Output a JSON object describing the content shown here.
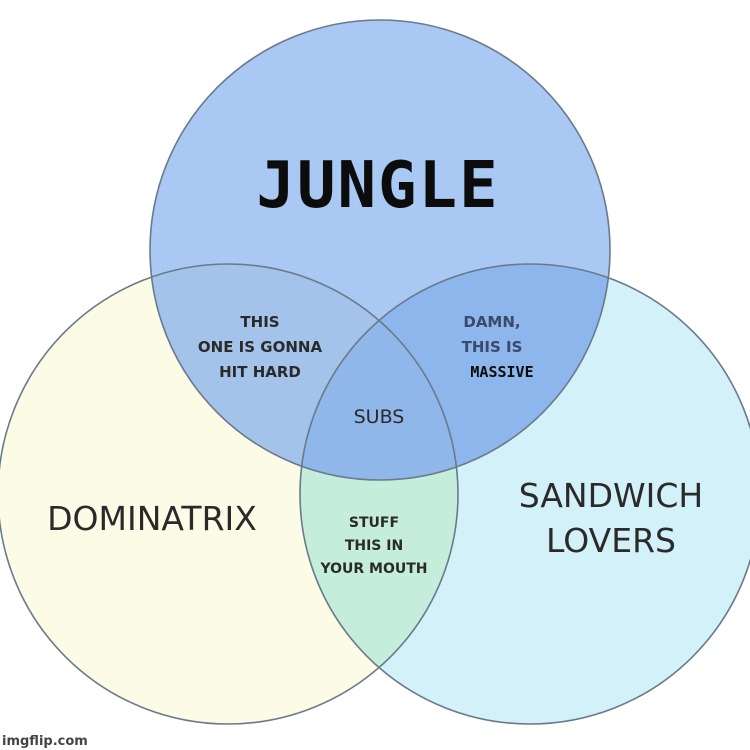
{
  "title": "JUNGLE",
  "sets": {
    "left": "DOMINATRIX",
    "right_line1": "SANDWICH",
    "right_line2": "LOVERS"
  },
  "intersections": {
    "top_left": [
      "THIS",
      "ONE IS GONNA",
      "HIT HARD"
    ],
    "top_right": [
      "DAMN,",
      "THIS IS",
      "MASSIVE"
    ],
    "bottom": [
      "STUFF",
      "THIS IN",
      "YOUR MOUTH"
    ],
    "center": "SUBS"
  },
  "watermark": "imgflip.com",
  "colors": {
    "top_circle": "#a9c8f3",
    "left_circle": "#fbfbe6",
    "right_circle": "#d3f1f8",
    "top_left_overlap": "#a3c3ea",
    "top_right_overlap": "#8db7ec",
    "bottom_overlap": "#c4eddc",
    "center_overlap": "#90b7e9",
    "outline": "#6a7a8a"
  }
}
